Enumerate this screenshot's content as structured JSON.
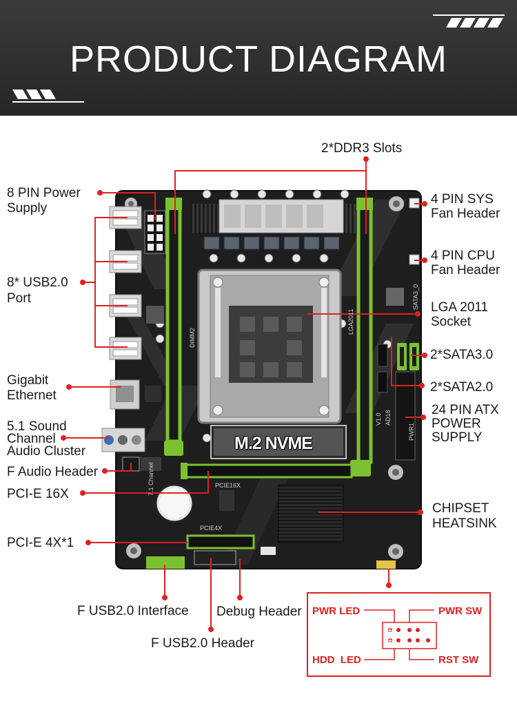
{
  "header": {
    "title": "PRODUCT DIAGRAM"
  },
  "board": {
    "nvme_label": "M.2 NVME",
    "accent": "#e02020",
    "slot_green": "#7cc230"
  },
  "callouts": {
    "ddr3": "2*DDR3 Slots",
    "power_8pin_l1": "8 PIN Power",
    "power_8pin_l2": "Supply",
    "usb_l1": "8* USB2.0",
    "usb_l2": "Port",
    "eth_l1": "Gigabit",
    "eth_l2": "Ethernet",
    "audio_l1": "5.1 Sound",
    "audio_l2": "Channel",
    "audio_l3": "Audio Cluster",
    "f_audio": "F Audio Header",
    "pcie16": "PCI-E 16X",
    "pcie4": "PCI-E 4X*1",
    "f_usb_interface": "F USB2.0 Interface",
    "debug": "Debug Header",
    "f_usb_header": "F USB2.0 Header",
    "sys_fan_l1": "4 PIN SYS",
    "sys_fan_l2": "Fan Header",
    "cpu_fan_l1": "4 PIN CPU",
    "cpu_fan_l2": "Fan Header",
    "lga_l1": "LGA 2011",
    "lga_l2": "Socket",
    "sata3": "2*SATA3.0",
    "sata2": "2*SATA2.0",
    "atx_l1": "24 PIN ATX",
    "atx_l2": "POWER",
    "atx_l3": "SUPPLY",
    "chipset_l1": "CHIPSET",
    "chipset_l2": "HEATSINK"
  },
  "front_panel": {
    "pwr_led": "PWR LED",
    "pwr_sw": "PWR SW",
    "hdd_led": "HDD  LED",
    "rst_sw": "RST SW"
  },
  "silkscreen": {
    "dimm2": "DIMM2",
    "lga2011": "LGA2011",
    "sata": "SATA3_0",
    "pcie16x": "PCIE16X",
    "pcie4x": "PCIE4X",
    "pwr1": "PWR1",
    "v10": "V1.0",
    "ad18": "AD18",
    "channel": "7.1 Channel"
  }
}
